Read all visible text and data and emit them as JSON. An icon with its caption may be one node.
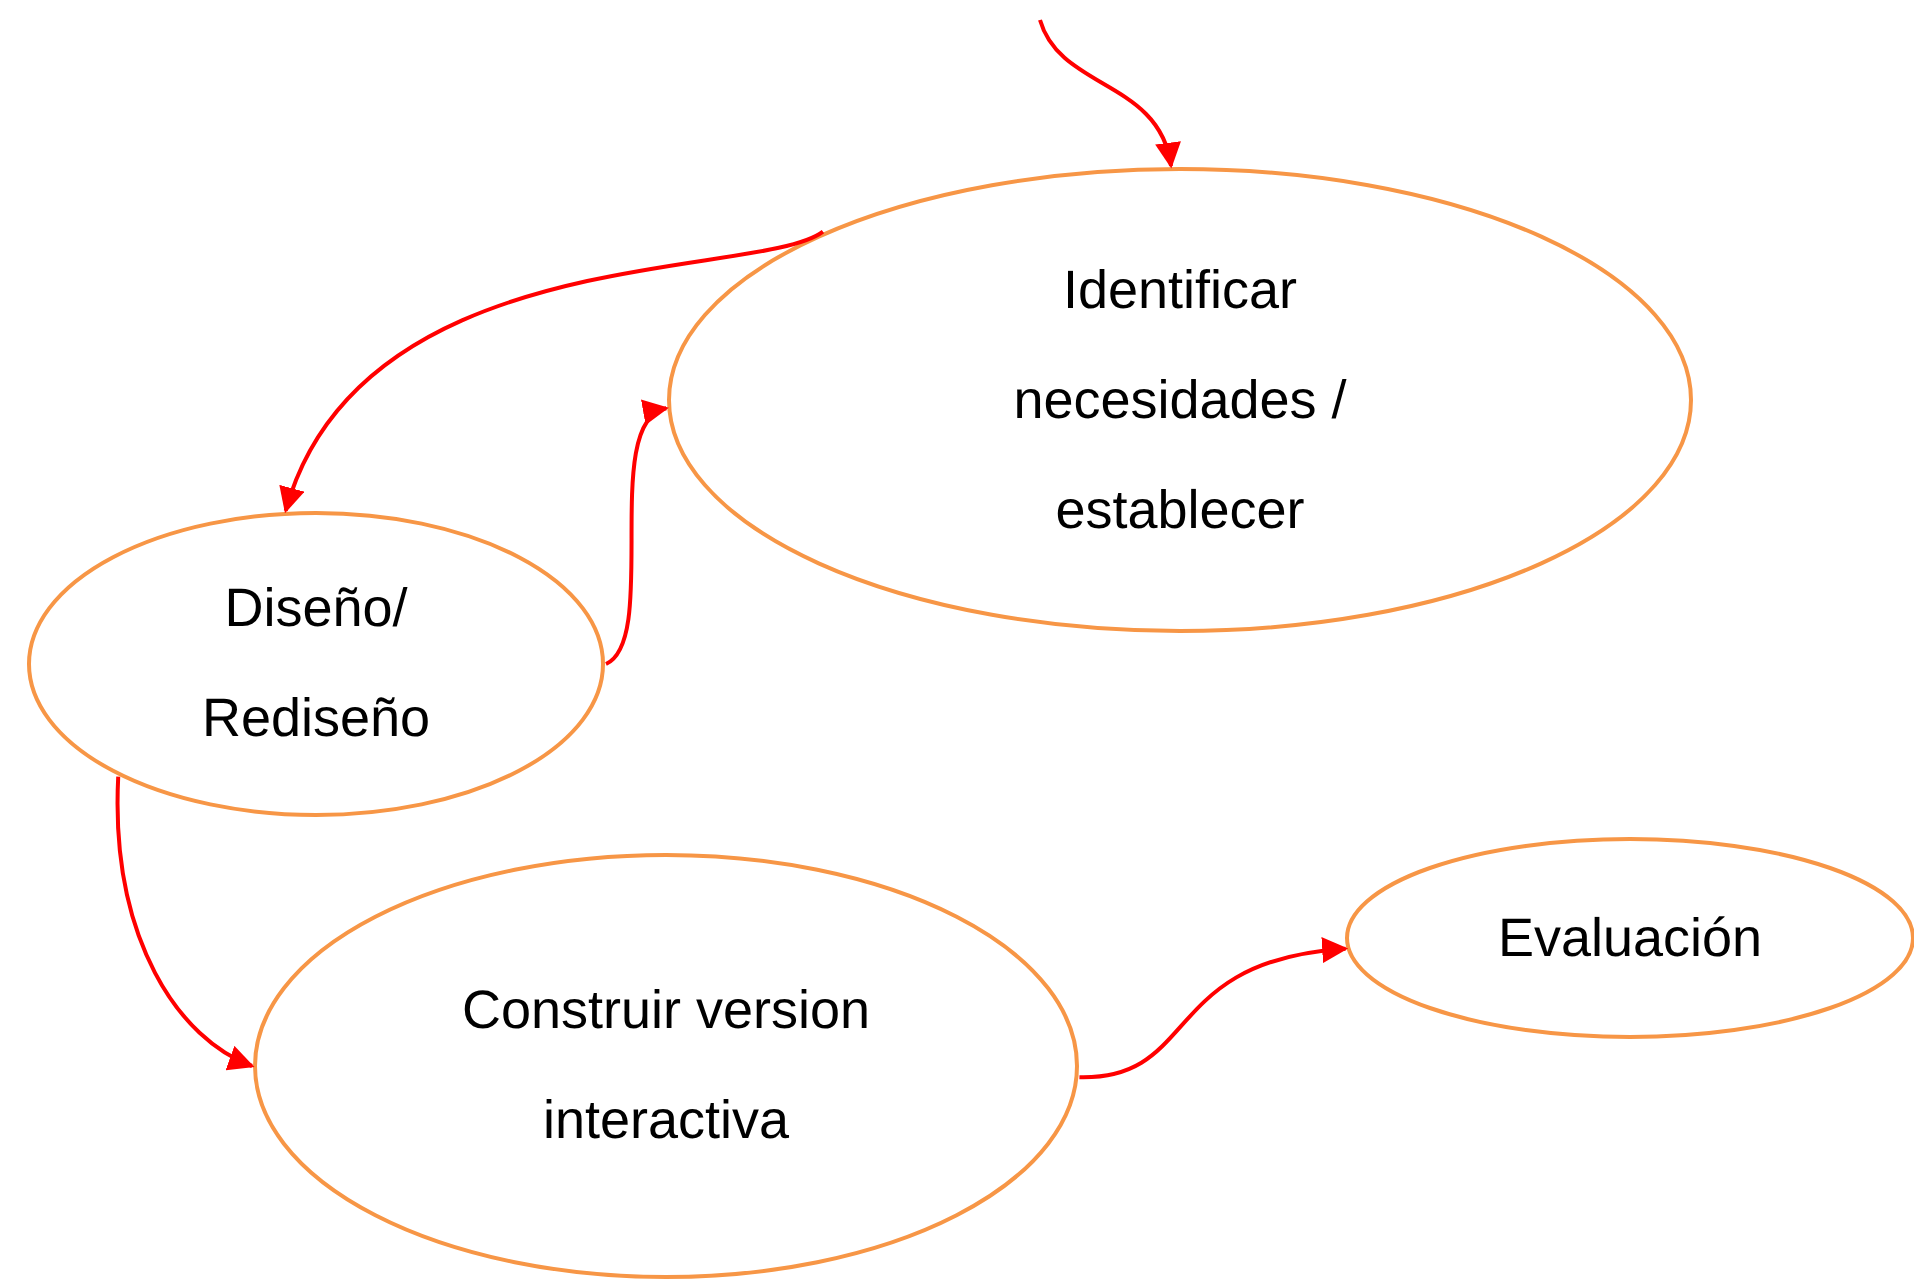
{
  "diagram": {
    "nodes": [
      {
        "text": [
          "Identificar necesidades / establecer"
        ]
      },
      {
        "text": [
          "Diseño/ Rediseño"
        ]
      },
      {
        "text": [
          "Construir version interactiva"
        ]
      },
      {
        "text": [
          "Evaluación"
        ]
      }
    ],
    "edges": [
      {
        "from": null,
        "to": 0,
        "arrow": "to"
      },
      {
        "from": 0,
        "to": 1,
        "arrow": "to"
      },
      {
        "from": 1,
        "to": 0,
        "arrow": "to"
      },
      {
        "from": 1,
        "to": 2,
        "arrow": "to"
      },
      {
        "from": 2,
        "to": 3,
        "arrow": "to"
      }
    ]
  }
}
